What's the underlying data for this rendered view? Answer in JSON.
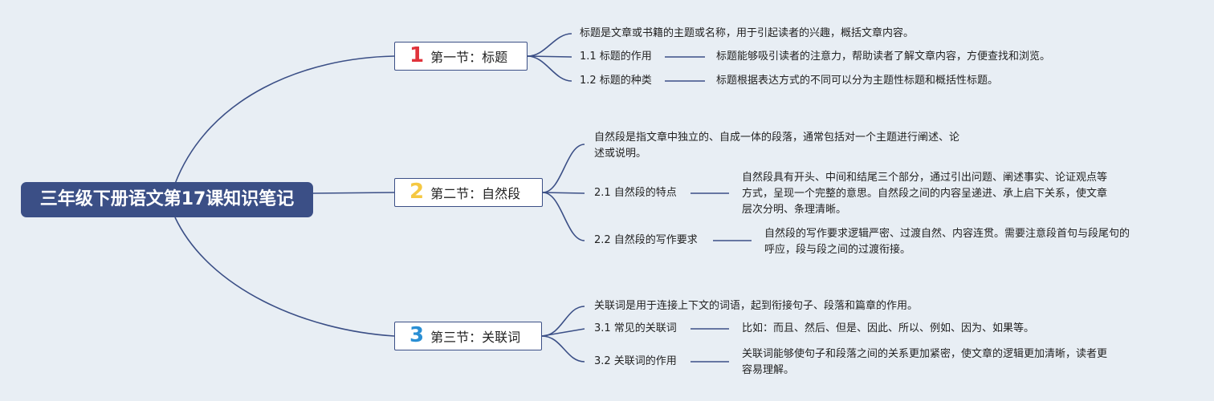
{
  "root": {
    "title": "三年级下册语文第17课知识笔记"
  },
  "sections": [
    {
      "number": "1",
      "number_color": "#e0333b",
      "label": "第一节：标题",
      "intro": "标题是文章或书籍的主题或名称，用于引起读者的兴趣，概括文章内容。",
      "subs": [
        {
          "label": "1.1 标题的作用",
          "lines": [
            "标题能够吸引读者的注意力，帮助读者了解文章内容，方便查找和浏览。"
          ]
        },
        {
          "label": "1.2 标题的种类",
          "lines": [
            "标题根据表达方式的不同可以分为主题性标题和概括性标题。"
          ]
        }
      ]
    },
    {
      "number": "2",
      "number_color": "#f5c842",
      "label": "第二节：自然段",
      "intro_lines": [
        "自然段是指文章中独立的、自成一体的段落，通常包括对一个主题进行阐述、论",
        "述或说明。"
      ],
      "subs": [
        {
          "label": "2.1 自然段的特点",
          "lines": [
            "自然段具有开头、中间和结尾三个部分，通过引出问题、阐述事实、论证观点等",
            "方式，呈现一个完整的意思。自然段之间的内容呈递进、承上启下关系，使文章",
            "层次分明、条理清晰。"
          ]
        },
        {
          "label": "2.2 自然段的写作要求",
          "lines": [
            "自然段的写作要求逻辑严密、过渡自然、内容连贯。需要注意段首句与段尾句的",
            "呼应，段与段之间的过渡衔接。"
          ]
        }
      ]
    },
    {
      "number": "3",
      "number_color": "#2a8fd4",
      "label": "第三节：关联词",
      "intro": "关联词是用于连接上下文的词语，起到衔接句子、段落和篇章的作用。",
      "subs": [
        {
          "label": "3.1 常见的关联词",
          "lines": [
            "比如：而且、然后、但是、因此、所以、例如、因为、如果等。"
          ]
        },
        {
          "label": "3.2 关联词的作用",
          "lines": [
            "关联词能够使句子和段落之间的关系更加紧密，使文章的逻辑更加清晰，读者更",
            "容易理解。"
          ]
        }
      ]
    }
  ],
  "colors": {
    "line": "#3b4f86",
    "root_bg": "#3b4f86",
    "background": "#e8eef4"
  }
}
